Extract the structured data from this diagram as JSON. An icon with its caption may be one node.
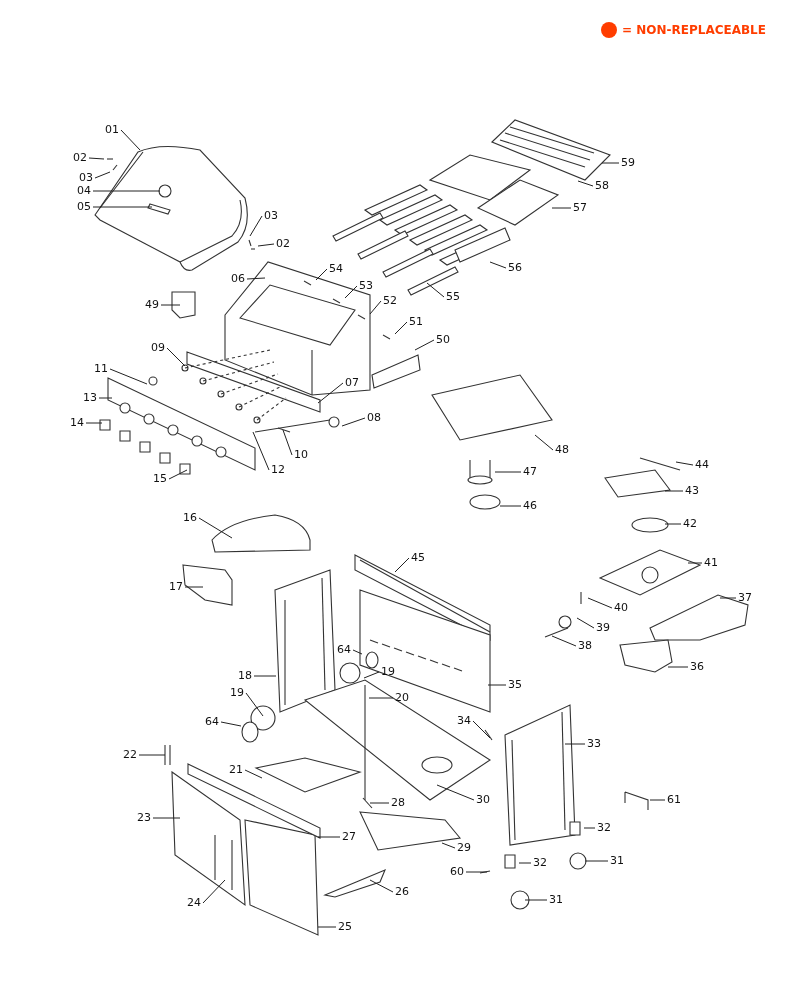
{
  "diagram": {
    "nodes": [
      {
        "text": [
          "59"
        ]
      },
      {
        "text": [
          "01"
        ]
      },
      {
        "text": [
          "02"
        ]
      },
      {
        "text": [
          "03"
        ]
      },
      {
        "text": [
          "58"
        ]
      },
      {
        "text": [
          "04"
        ]
      },
      {
        "text": [
          "05"
        ]
      },
      {
        "text": [
          "57"
        ]
      },
      {
        "text": [
          "03"
        ]
      },
      {
        "text": [
          "02"
        ]
      },
      {
        "text": [
          "56"
        ]
      },
      {
        "text": [
          "06"
        ]
      },
      {
        "text": [
          "54"
        ]
      },
      {
        "text": [
          "53"
        ]
      },
      {
        "text": [
          "49"
        ]
      },
      {
        "text": [
          "52"
        ]
      },
      {
        "text": [
          "55"
        ]
      },
      {
        "text": [
          "51"
        ]
      },
      {
        "text": [
          "50"
        ]
      },
      {
        "text": [
          "09"
        ]
      },
      {
        "text": [
          "11"
        ]
      },
      {
        "text": [
          "07"
        ]
      },
      {
        "text": [
          "13"
        ]
      },
      {
        "text": [
          "08"
        ]
      },
      {
        "text": [
          "14"
        ]
      },
      {
        "text": [
          "10"
        ]
      },
      {
        "text": [
          "48"
        ]
      },
      {
        "text": [
          "12"
        ]
      },
      {
        "text": [
          "15"
        ]
      },
      {
        "text": [
          "44"
        ]
      },
      {
        "text": [
          "43"
        ]
      },
      {
        "text": [
          "47"
        ]
      },
      {
        "text": [
          "46"
        ]
      },
      {
        "text": [
          "16"
        ]
      },
      {
        "text": [
          "42"
        ]
      },
      {
        "text": [
          "45"
        ]
      },
      {
        "text": [
          "41"
        ]
      },
      {
        "text": [
          "17"
        ]
      },
      {
        "text": [
          "37"
        ]
      },
      {
        "text": [
          "40"
        ]
      },
      {
        "text": [
          "39"
        ]
      },
      {
        "text": [
          "38"
        ]
      },
      {
        "text": [
          "64"
        ]
      },
      {
        "text": [
          "19"
        ]
      },
      {
        "text": [
          "36"
        ]
      },
      {
        "text": [
          "18"
        ]
      },
      {
        "text": [
          "35"
        ]
      },
      {
        "text": [
          "20"
        ]
      },
      {
        "text": [
          "19"
        ]
      },
      {
        "text": [
          "34"
        ]
      },
      {
        "text": [
          "64"
        ]
      },
      {
        "text": [
          "33"
        ]
      },
      {
        "text": [
          "21"
        ]
      },
      {
        "text": [
          "22"
        ]
      },
      {
        "text": [
          "30"
        ]
      },
      {
        "text": [
          "61"
        ]
      },
      {
        "text": [
          "28"
        ]
      },
      {
        "text": [
          "23"
        ]
      },
      {
        "text": [
          "32"
        ]
      },
      {
        "text": [
          "27"
        ]
      },
      {
        "text": [
          "29"
        ]
      },
      {
        "text": [
          "32"
        ]
      },
      {
        "text": [
          "31"
        ]
      },
      {
        "text": [
          "60"
        ]
      },
      {
        "text": [
          "26"
        ]
      },
      {
        "text": [
          "24"
        ]
      },
      {
        "text": [
          "31"
        ]
      },
      {
        "text": [
          "25"
        ]
      }
    ],
    "edges": [
      {
        "from": 0,
        "to": null,
        "arrow": "none"
      },
      {
        "from": 1,
        "to": null,
        "arrow": "none"
      },
      {
        "from": 2,
        "to": null,
        "arrow": "none"
      },
      {
        "from": 3,
        "to": null,
        "arrow": "none"
      },
      {
        "from": 4,
        "to": null,
        "arrow": "none"
      },
      {
        "from": 5,
        "to": null,
        "arrow": "none"
      },
      {
        "from": 6,
        "to": null,
        "arrow": "none"
      },
      {
        "from": 7,
        "to": null,
        "arrow": "none"
      },
      {
        "from": 8,
        "to": null,
        "arrow": "none"
      },
      {
        "from": 9,
        "to": null,
        "arrow": "none"
      },
      {
        "from": 10,
        "to": null,
        "arrow": "none"
      },
      {
        "from": 11,
        "to": null,
        "arrow": "none"
      },
      {
        "from": 12,
        "to": null,
        "arrow": "none"
      },
      {
        "from": 13,
        "to": null,
        "arrow": "none"
      },
      {
        "from": 14,
        "to": null,
        "arrow": "none"
      },
      {
        "from": 15,
        "to": null,
        "arrow": "none"
      },
      {
        "from": 16,
        "to": null,
        "arrow": "none"
      },
      {
        "from": 17,
        "to": null,
        "arrow": "none"
      },
      {
        "from": 18,
        "to": null,
        "arrow": "none"
      },
      {
        "from": 19,
        "to": null,
        "arrow": "none"
      },
      {
        "from": 20,
        "to": null,
        "arrow": "none"
      },
      {
        "from": 21,
        "to": null,
        "arrow": "none"
      },
      {
        "from": 22,
        "to": null,
        "arrow": "none"
      },
      {
        "from": 23,
        "to": null,
        "arrow": "none"
      },
      {
        "from": 24,
        "to": null,
        "arrow": "none"
      },
      {
        "from": 25,
        "to": null,
        "arrow": "none"
      },
      {
        "from": 26,
        "to": null,
        "arrow": "none"
      },
      {
        "from": 27,
        "to": null,
        "arrow": "none"
      },
      {
        "from": 28,
        "to": null,
        "arrow": "none"
      },
      {
        "from": 29,
        "to": null,
        "arrow": "none"
      },
      {
        "from": 30,
        "to": null,
        "arrow": "none"
      },
      {
        "from": 31,
        "to": null,
        "arrow": "none"
      },
      {
        "from": 32,
        "to": null,
        "arrow": "none"
      },
      {
        "from": 33,
        "to": null,
        "arrow": "none"
      },
      {
        "from": 34,
        "to": null,
        "arrow": "none"
      },
      {
        "from": 35,
        "to": null,
        "arrow": "none"
      },
      {
        "from": 36,
        "to": null,
        "arrow": "none"
      },
      {
        "from": 37,
        "to": null,
        "arrow": "none"
      },
      {
        "from": 38,
        "to": null,
        "arrow": "none"
      },
      {
        "from": 39,
        "to": null,
        "arrow": "none"
      },
      {
        "from": 40,
        "to": null,
        "arrow": "none"
      },
      {
        "from": 41,
        "to": null,
        "arrow": "none"
      },
      {
        "from": 42,
        "to": null,
        "arrow": "none"
      },
      {
        "from": 43,
        "to": null,
        "arrow": "none"
      },
      {
        "from": 44,
        "to": null,
        "arrow": "none"
      },
      {
        "from": 45,
        "to": null,
        "arrow": "none"
      },
      {
        "from": 46,
        "to": null,
        "arrow": "none"
      },
      {
        "from": 47,
        "to": null,
        "arrow": "none"
      },
      {
        "from": 48,
        "to": null,
        "arrow": "none"
      },
      {
        "from": 49,
        "to": null,
        "arrow": "none"
      },
      {
        "from": 50,
        "to": null,
        "arrow": "none"
      },
      {
        "from": 51,
        "to": null,
        "arrow": "none"
      },
      {
        "from": 52,
        "to": null,
        "arrow": "none"
      },
      {
        "from": 53,
        "to": null,
        "arrow": "none"
      },
      {
        "from": 54,
        "to": null,
        "arrow": "none"
      },
      {
        "from": 55,
        "to": null,
        "arrow": "none"
      },
      {
        "from": 56,
        "to": null,
        "arrow": "none"
      },
      {
        "from": 57,
        "to": null,
        "arrow": "none"
      },
      {
        "from": 58,
        "to": null,
        "arrow": "none"
      },
      {
        "from": 59,
        "to": null,
        "arrow": "none"
      },
      {
        "from": 60,
        "to": null,
        "arrow": "none"
      },
      {
        "from": 61,
        "to": null,
        "arrow": "none"
      },
      {
        "from": 62,
        "to": null,
        "arrow": "none"
      },
      {
        "from": 63,
        "to": null,
        "arrow": "none"
      },
      {
        "from": 64,
        "to": null,
        "arrow": "none"
      },
      {
        "from": 65,
        "to": null,
        "arrow": "none"
      },
      {
        "from": 66,
        "to": null,
        "arrow": "none"
      },
      {
        "from": 67,
        "to": null,
        "arrow": "none"
      }
    ],
    "legend": [
      {
        "text": "= NON-REPLACEABLE",
        "color": "#ff3d00"
      }
    ]
  }
}
